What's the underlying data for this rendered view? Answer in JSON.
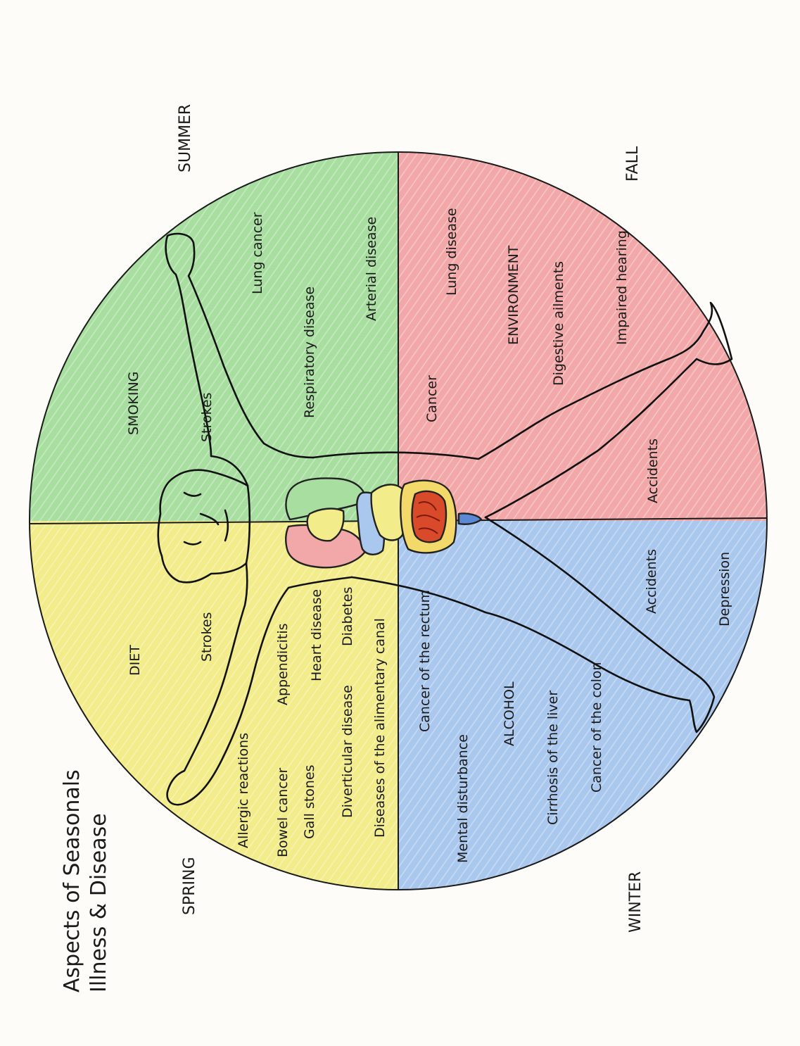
{
  "title": {
    "line1": "Aspects of Seasonals",
    "line2": "Illness & Disease"
  },
  "seasons": {
    "spring": "SPRING",
    "summer": "SUMMER",
    "fall": "FALL",
    "winter": "WINTER"
  },
  "quadrants": {
    "spring": {
      "color": "#f3ec8a",
      "heading": "DIET",
      "items": [
        "Strokes",
        "Appendicitis",
        "Heart disease",
        "Diabetes",
        "Allergic reactions",
        "Bowel cancer",
        "Gall stones",
        "Diverticular disease",
        "Diseases of the alimentary canal"
      ]
    },
    "summer": {
      "color": "#a8dfa0",
      "heading": "SMOKING",
      "items": [
        "Strokes",
        "Lung cancer",
        "Respiratory disease",
        "Arterial disease"
      ]
    },
    "fall": {
      "color": "#f2a8a8",
      "heading": "ENVIRONMENT",
      "items": [
        "Cancer",
        "Lung disease",
        "Digestive ailments",
        "Impaired hearing",
        "Accidents"
      ]
    },
    "winter": {
      "color": "#aac8ee",
      "heading": "ALCOHOL",
      "items": [
        "Cancer of the rectum",
        "Mental disturbance",
        "Cirrhosis of the liver",
        "Cancer of the colon",
        "Accidents",
        "Depression"
      ]
    }
  }
}
